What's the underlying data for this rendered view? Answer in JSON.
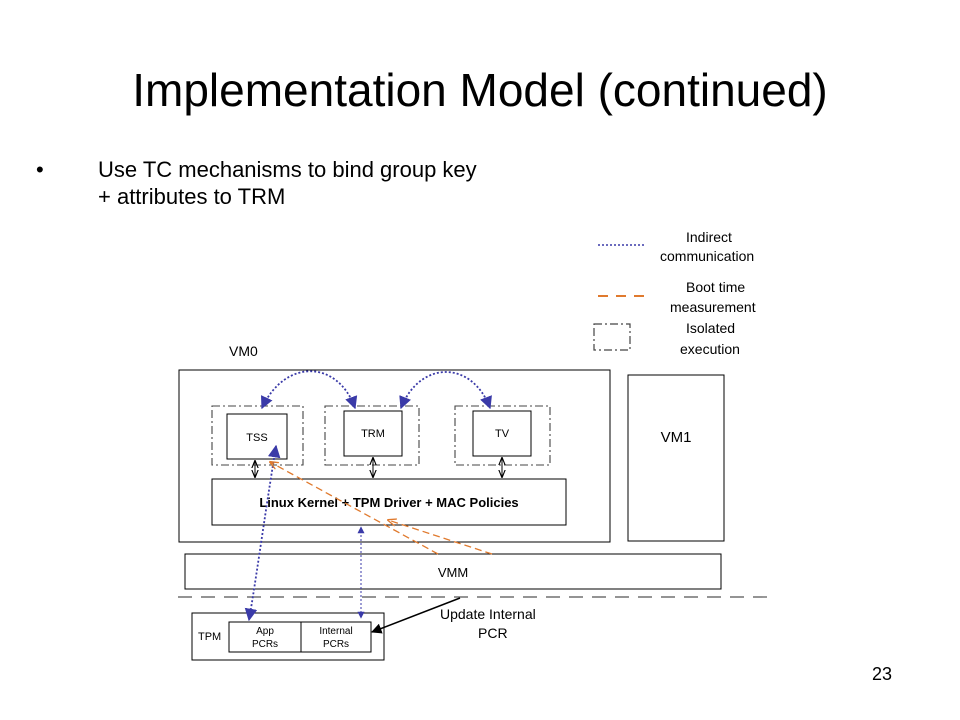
{
  "slide": {
    "title": "Implementation Model (continued)",
    "bullets": [
      {
        "marker": "•",
        "text": "Use TC mechanisms to bind group key\n+ attributes to TRM"
      }
    ],
    "page_number": "23"
  },
  "legend": {
    "indirect": [
      "Indirect",
      "communication"
    ],
    "boot": [
      "Boot time",
      "measurement"
    ],
    "isolated": [
      "Isolated",
      "execution"
    ]
  },
  "diagram": {
    "vm0": "VM0",
    "tss": "TSS",
    "trm": "TRM",
    "tv": "TV",
    "kernel": "Linux Kernel + TPM Driver + MAC Policies",
    "vm1": "VM1",
    "vmm": "VMM",
    "tpm": "TPM",
    "app_pcrs": [
      "App",
      "PCRs"
    ],
    "internal_pcrs": [
      "Internal",
      "PCRs"
    ],
    "update_pcr": [
      "Update Internal",
      "PCR"
    ]
  },
  "colors": {
    "indirect": "#3a3aa8",
    "boot": "#e07a2e",
    "box": "#000000",
    "isolated": "#444444"
  }
}
